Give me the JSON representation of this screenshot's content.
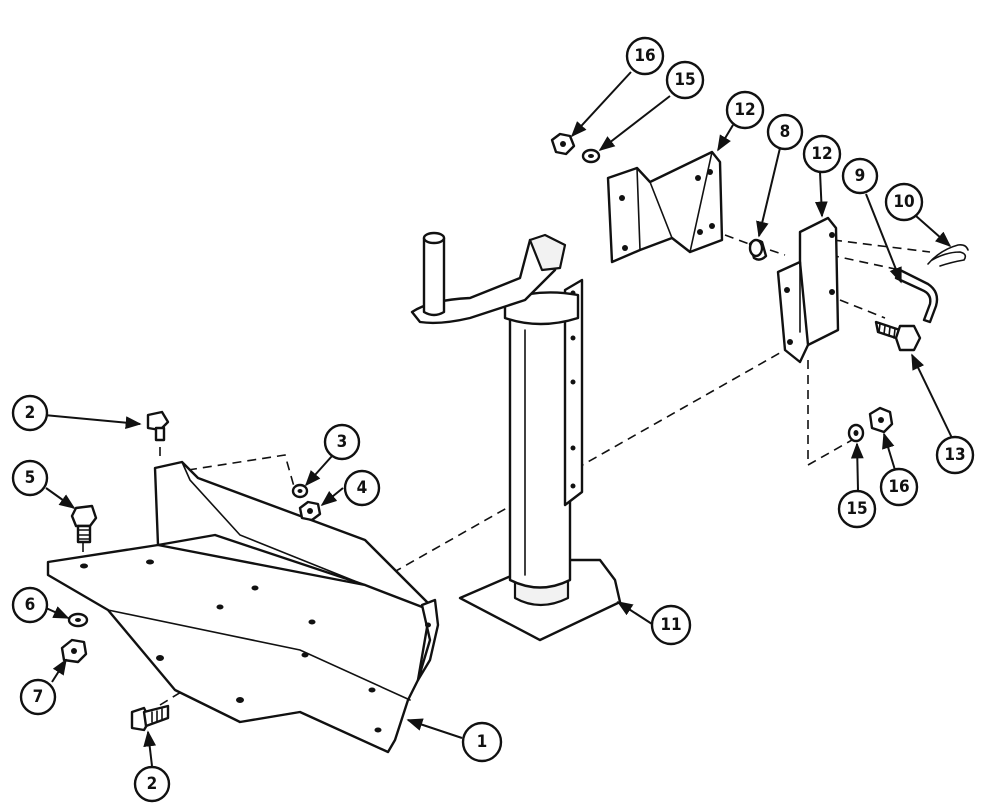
{
  "callouts": {
    "c1": "1",
    "c2a": "2",
    "c2b": "2",
    "c3": "3",
    "c4": "4",
    "c5": "5",
    "c6": "6",
    "c7": "7",
    "c8": "8",
    "c9": "9",
    "c10": "10",
    "c11": "11",
    "c12a": "12",
    "c12b": "12",
    "c13": "13",
    "c15a": "15",
    "c15b": "15",
    "c16a": "16",
    "c16b": "16"
  },
  "colors": {
    "line": "#111111",
    "background": "#ffffff"
  }
}
